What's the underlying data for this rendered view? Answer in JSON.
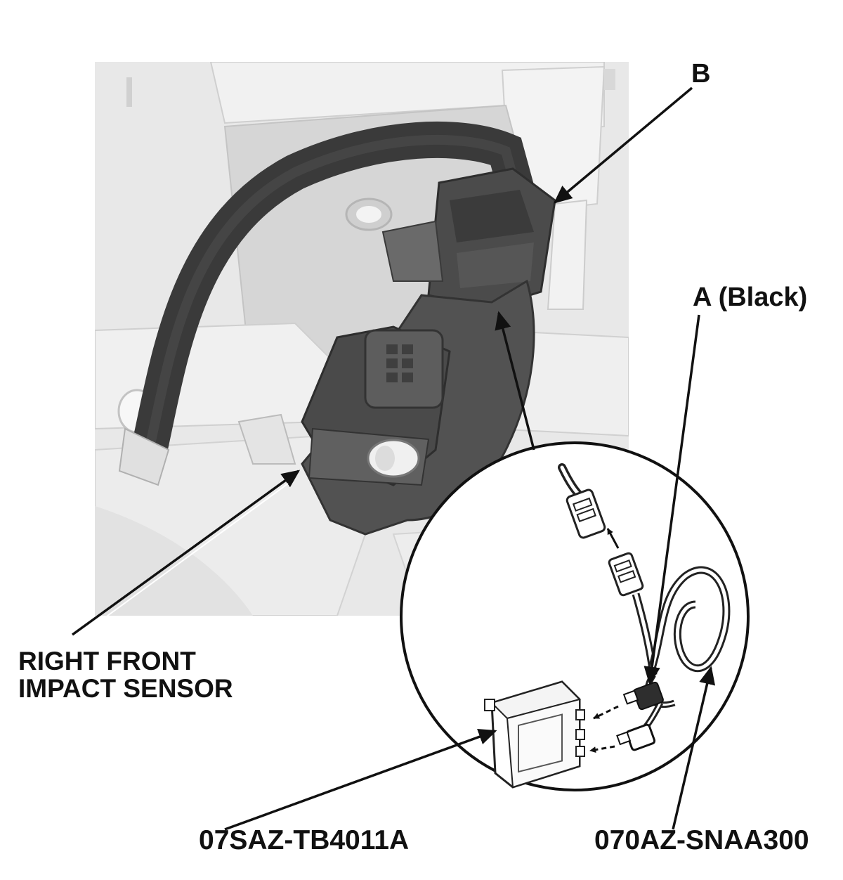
{
  "labels": {
    "b": "B",
    "a": "A (Black)",
    "sensor_line1": "RIGHT FRONT",
    "sensor_line2": "IMPACT SENSOR",
    "tool_simulator": "07SAZ-TB4011A",
    "tool_harness": "070AZ-SNAA300"
  },
  "colors": {
    "background": "#ffffff",
    "panel_light": "#e6e6e6",
    "panel_mid": "#cfcfcf",
    "part_dark": "#4a4a4a",
    "harness": "#3d3d3d",
    "line": "#111111"
  }
}
